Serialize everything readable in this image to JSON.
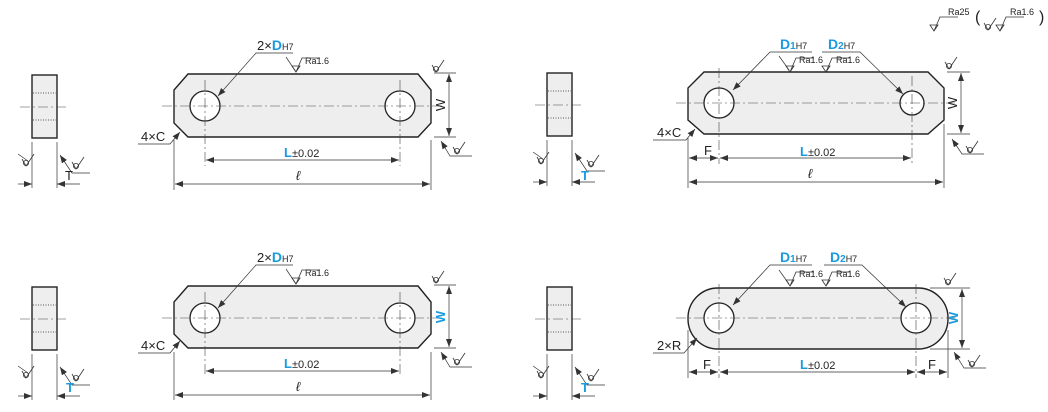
{
  "legend": {
    "ra25": "Ra25",
    "open": "(",
    "ra16": "Ra1.6",
    "close": ")"
  },
  "panels": [
    {
      "hole_prefix": "2×",
      "hole_main": "D",
      "hole_tol": "H7",
      "roughness": "Ra1.6",
      "edge": "4×C",
      "pitch": "L",
      "pitch_tol": "±0.02",
      "overall": "ℓ",
      "width": "W",
      "thickness": "T"
    },
    {
      "hole1_main": "D",
      "hole1_sub": "1",
      "hole1_tol": "H7",
      "hole2_main": "D",
      "hole2_sub": "2",
      "hole2_tol": "H7",
      "roughness1": "Ra1.6",
      "roughness2": "Ra1.6",
      "edge": "4×C",
      "offset": "F",
      "pitch": "L",
      "pitch_tol": "±0.02",
      "overall": "ℓ",
      "width": "W",
      "thickness": "T"
    },
    {
      "hole_prefix": "2×",
      "hole_main": "D",
      "hole_tol": "H7",
      "roughness": "Ra1.6",
      "edge": "4×C",
      "pitch": "L",
      "pitch_tol": "±0.02",
      "overall": "ℓ",
      "width": "W",
      "thickness": "T"
    },
    {
      "hole1_main": "D",
      "hole1_sub": "1",
      "hole1_tol": "H7",
      "hole2_main": "D",
      "hole2_sub": "2",
      "hole2_tol": "H7",
      "roughness1": "Ra1.6",
      "roughness2": "Ra1.6",
      "edge": "2×R",
      "offset_left": "F",
      "offset_right": "F",
      "pitch": "L",
      "pitch_tol": "±0.02",
      "width": "W",
      "thickness": "T"
    }
  ],
  "colors": {
    "accent": "#1a9be0",
    "part_fill": "#eeeeee"
  }
}
